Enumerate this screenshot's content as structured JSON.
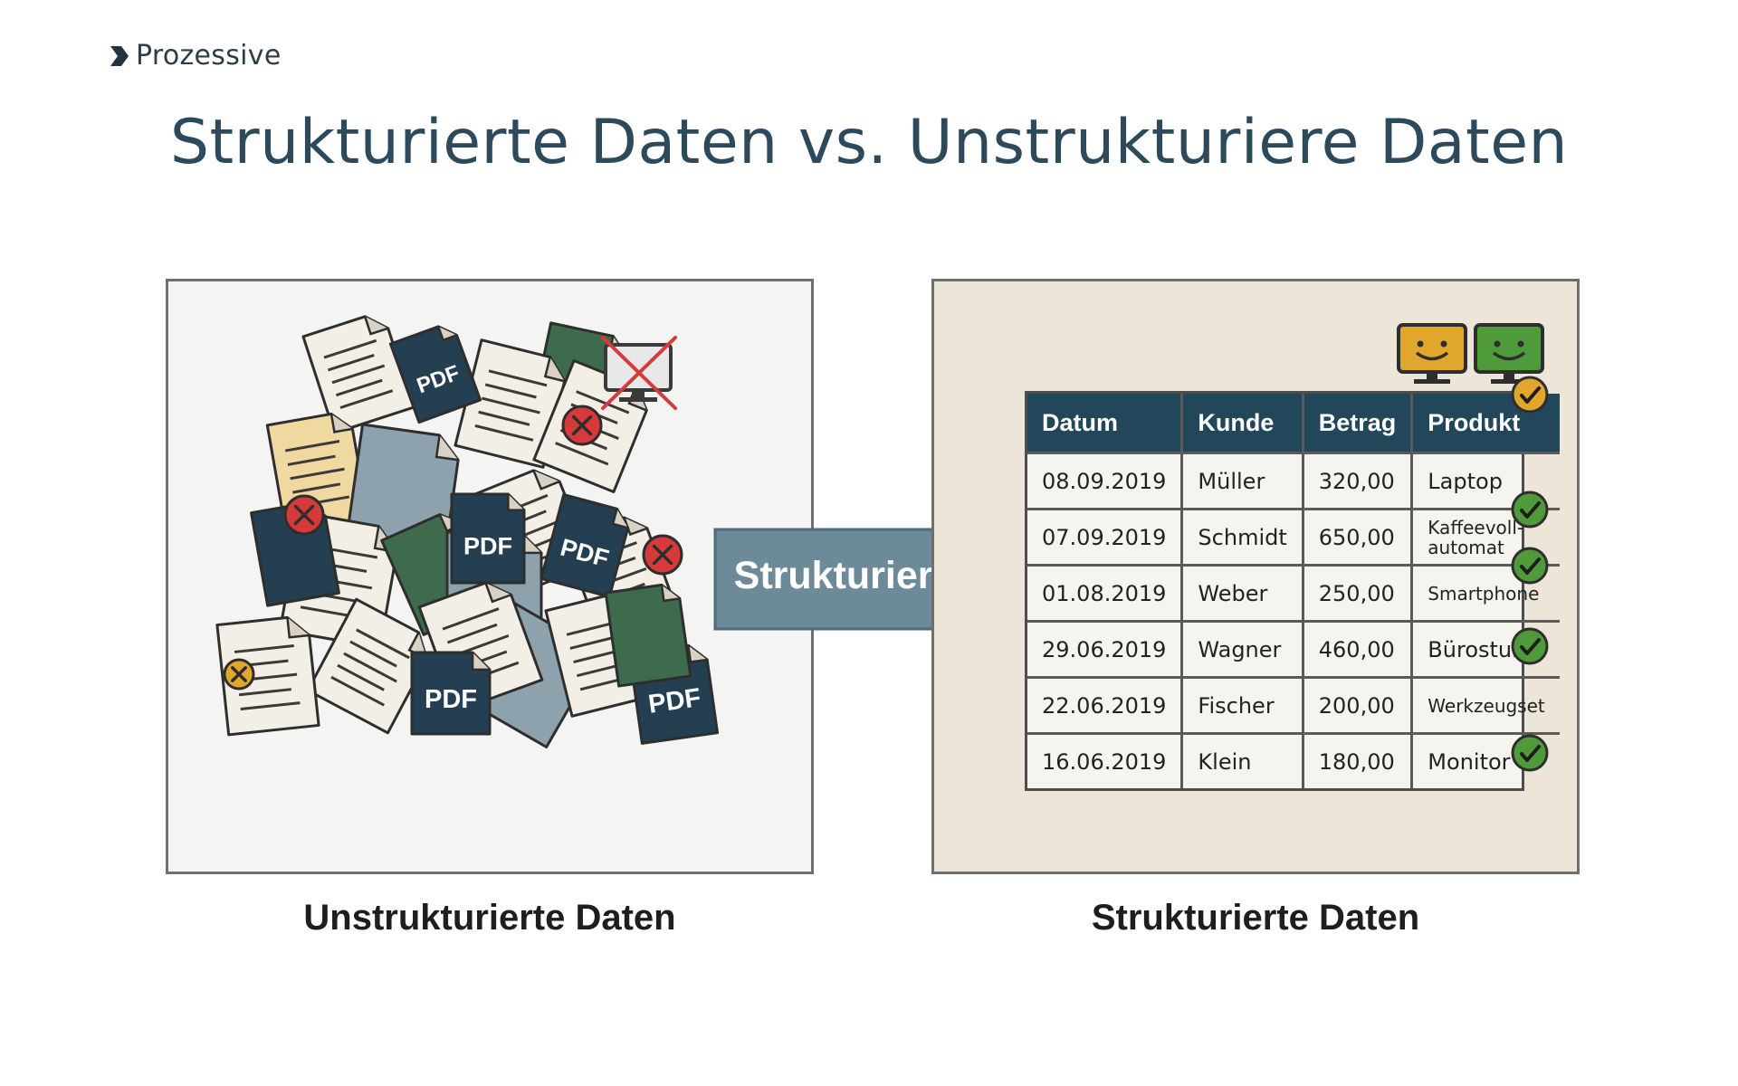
{
  "brand": {
    "name": "Prozessive"
  },
  "title": "Strukturierte Daten vs. Unstrukturiere Daten",
  "left_panel": {
    "caption": "Unstrukturierte Daten",
    "pdf_label": "PDF"
  },
  "arrow": {
    "label": "Strukturierung"
  },
  "right_panel": {
    "caption": "Strukturierte Daten",
    "table": {
      "headers": [
        "Datum",
        "Kunde",
        "Betrag",
        "Produkt"
      ],
      "rows": [
        [
          "08.09.2019",
          "Müller",
          "320,00",
          "Laptop"
        ],
        [
          "07.09.2019",
          "Schmidt",
          "650,00",
          "Kaffeevoll-automat"
        ],
        [
          "01.08.2019",
          "Weber",
          "250,00",
          "Smartphone"
        ],
        [
          "29.06.2019",
          "Wagner",
          "460,00",
          "Bürostuhl"
        ],
        [
          "22.06.2019",
          "Fischer",
          "200,00",
          "Werkzeugset"
        ],
        [
          "16.06.2019",
          "Klein",
          "180,00",
          "Monitor"
        ]
      ]
    }
  },
  "colors": {
    "title": "#2c4a5c",
    "dark_doc": "#243f52",
    "green_doc": "#3e6b4c",
    "slate_doc": "#8ea2ad",
    "tan_doc": "#efd9a0",
    "paper": "#f3efe6",
    "arrow": "#6d8a98",
    "error_red": "#d63a3a",
    "check_green": "#4f9a3b",
    "monitor_yellow": "#e0a72c"
  },
  "icons": [
    "chevron-right-icon",
    "broken-monitor-icon",
    "error-x-icon",
    "warning-x-icon",
    "pdf-document-icon",
    "document-icon",
    "happy-monitor-icon",
    "checkmark-icon"
  ]
}
